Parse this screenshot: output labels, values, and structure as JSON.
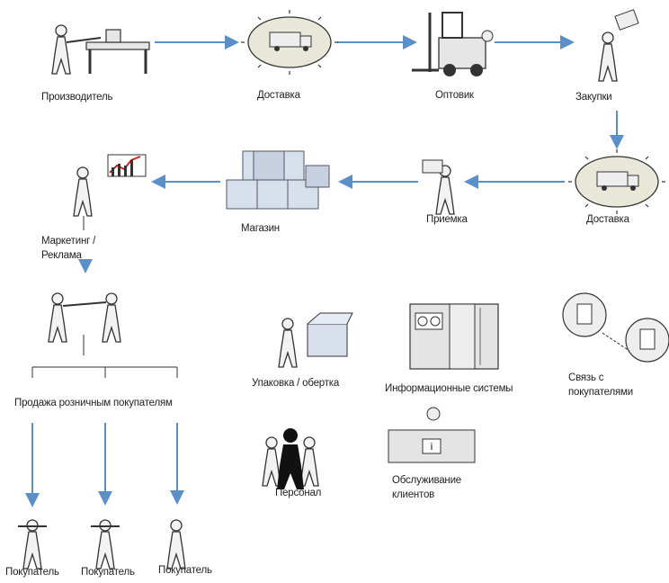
{
  "nodes": {
    "producer": "Производитель",
    "delivery1": "Доставка",
    "wholesaler": "Оптовик",
    "purchases": "Закупки",
    "delivery2": "Доставка",
    "receiving": "Приемка",
    "store": "Магазин",
    "marketing": "Маркетинг /",
    "marketing2": "Реклама",
    "retail_sale": "Продажа розничным покупателям",
    "buyer1": "Покупатель",
    "buyer2": "Покупатель",
    "buyer3": "Покупатель",
    "packaging": "Упаковка / обертка",
    "info_systems": "Информационные системы",
    "communication1": "Связь с",
    "communication2": "покупателями",
    "personnel": "Персонал",
    "service1": "Обслуживание",
    "service2": "клиентов"
  },
  "colors": {
    "arrow": "#5b8fc8",
    "line": "#4a4a4a",
    "figure_fill": "#f2f2f2",
    "box_fill": "#d8e0ec",
    "ellipse_fill": "#e8e8d8",
    "chart_red": "#cc2222"
  },
  "icons": [
    "person-at-workbench-icon",
    "truck-icon",
    "forklift-icon",
    "person-carrying-boxes-icon",
    "person-with-chart-icon",
    "boxes-stack-icon",
    "handshake-icon",
    "box-packing-icon",
    "server-cabinet-icon",
    "telephone-icon",
    "people-group-icon",
    "info-desk-icon"
  ]
}
